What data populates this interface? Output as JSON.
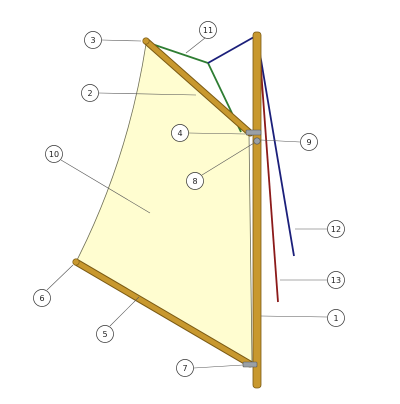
{
  "colors": {
    "sail": "#fffdd0",
    "sail_edge": "#6e6e55",
    "spar": "#c8982e",
    "spar_edge": "#7a5a14",
    "halyard_blue": "#1b1f7a",
    "sheet_red": "#8b1a1a",
    "bridle_green": "#2e7d32",
    "metal": "#9aa0a6",
    "callout_line": "#555555"
  },
  "callouts": [
    {
      "id": "mast",
      "label": "1"
    },
    {
      "id": "yard",
      "label": "2"
    },
    {
      "id": "yard-peak",
      "label": "3"
    },
    {
      "id": "yard-heel",
      "label": "4"
    },
    {
      "id": "boom",
      "label": "5"
    },
    {
      "id": "boom-end",
      "label": "6"
    },
    {
      "id": "gooseneck",
      "label": "7"
    },
    {
      "id": "traveler",
      "label": "8"
    },
    {
      "id": "parrel",
      "label": "9"
    },
    {
      "id": "sail",
      "label": "10"
    },
    {
      "id": "bridle",
      "label": "11"
    },
    {
      "id": "halyard",
      "label": "12"
    },
    {
      "id": "downhaul",
      "label": "13"
    }
  ]
}
